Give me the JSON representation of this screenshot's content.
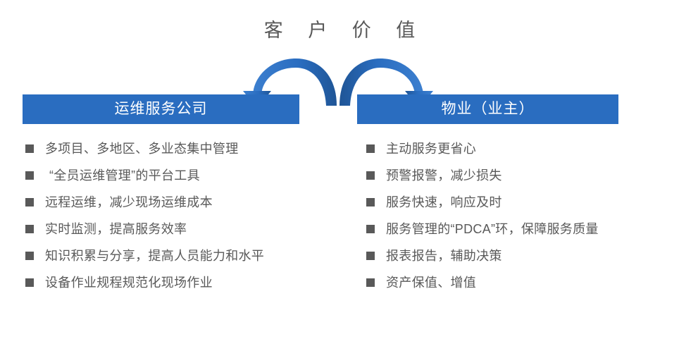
{
  "slide": {
    "title": "客 户 价 值",
    "background_color": "#ffffff",
    "accent_color": "#2a6dc0",
    "text_color": "#595959",
    "arrow_color": "#2a6dc0",
    "arrow_shadow_color": "#1f5596"
  },
  "arrows": {
    "left_arrow_name": "curved-arrow-left",
    "right_arrow_name": "curved-arrow-right"
  },
  "columns": [
    {
      "header": "运维服务公司",
      "bullets": [
        {
          "text": "多项目、多地区、多业态集中管理",
          "indent": false
        },
        {
          "text": "“全员运维管理”的平台工具",
          "indent": true
        },
        {
          "text": "远程运维，减少现场运维成本",
          "indent": false
        },
        {
          "text": "实时监测，提高服务效率",
          "indent": false
        },
        {
          "text": "知识积累与分享，提高人员能力和水平",
          "indent": false
        },
        {
          "text": "设备作业规程规范化现场作业",
          "indent": false
        }
      ]
    },
    {
      "header": "物业（业主）",
      "bullets": [
        {
          "text": "主动服务更省心",
          "indent": false
        },
        {
          "text": "预警报警，减少损失",
          "indent": false
        },
        {
          "text": "服务快速，响应及时",
          "indent": false
        },
        {
          "text": "服务管理的“PDCA”环，保障服务质量",
          "indent": false
        },
        {
          "text": "报表报告，辅助决策",
          "indent": false
        },
        {
          "text": "资产保值、增值",
          "indent": false
        }
      ]
    }
  ]
}
